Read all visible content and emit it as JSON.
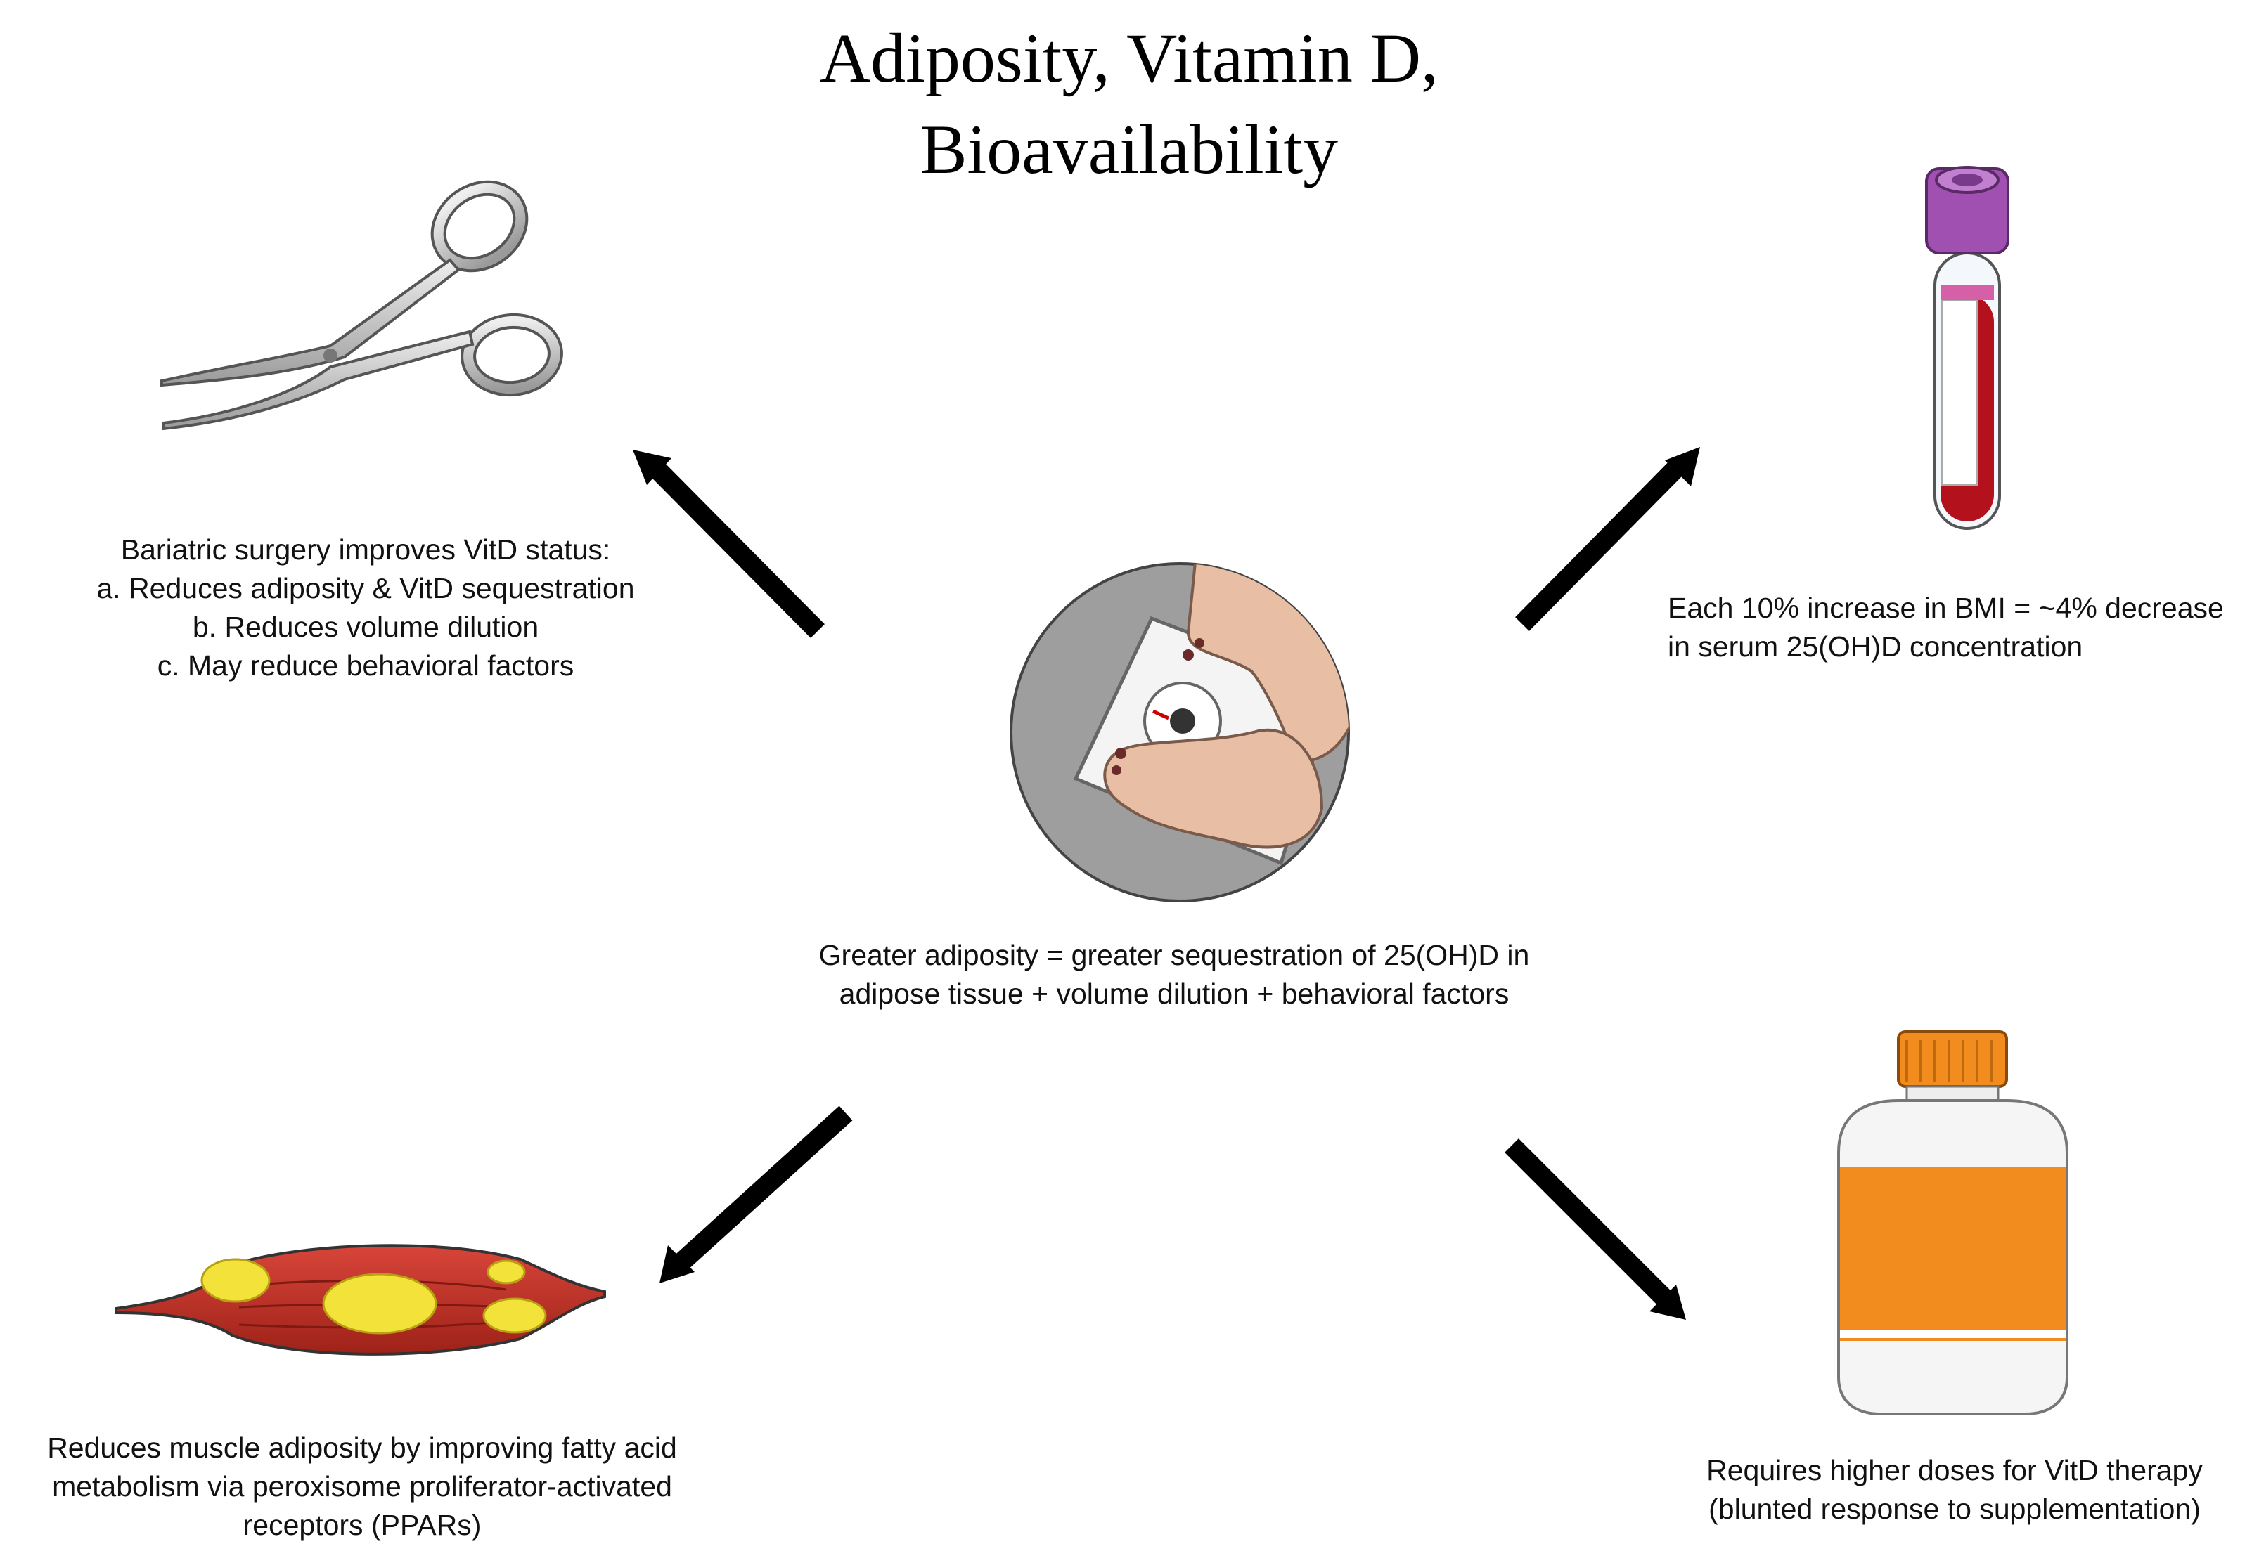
{
  "title": {
    "line1": "Adiposity, Vitamin D,",
    "line2": "Bioavailability"
  },
  "center": {
    "icon": "feet-on-bathroom-scale-icon",
    "line1": "Greater adiposity =  greater sequestration of 25(OH)D in",
    "line2": "adipose tissue + volume dilution + behavioral factors"
  },
  "surgery": {
    "icon": "surgical-scissors-icon",
    "line1": "Bariatric surgery improves VitD status:",
    "line2": "a. Reduces adiposity & VitD sequestration",
    "line3": "b. Reduces volume dilution",
    "line4": "c. May reduce behavioral factors"
  },
  "bmi": {
    "icon": "blood-sample-tube-icon",
    "line1": "Each 10% increase in BMI = ~4% decrease",
    "line2": "in serum 25(OH)D concentration"
  },
  "muscle": {
    "icon": "muscle-with-fat-deposits-icon",
    "line1": "Reduces muscle adiposity by improving fatty acid",
    "line2": "metabolism via peroxisome proliferator-activated",
    "line3": "receptors (PPARs)"
  },
  "dose": {
    "icon": "supplement-bottle-icon",
    "line1": "Requires higher doses for VitD therapy",
    "line2": "(blunted response to supplementation)"
  },
  "colors": {
    "arrow": "#000000",
    "muscle_red": "#c8392b",
    "fat_yellow": "#f2e23a",
    "bottle_orange": "#f28c1e",
    "tube_cap_purple": "#a050b0",
    "blood_red": "#b3121c",
    "scale_bg_gray": "#9e9e9e"
  }
}
